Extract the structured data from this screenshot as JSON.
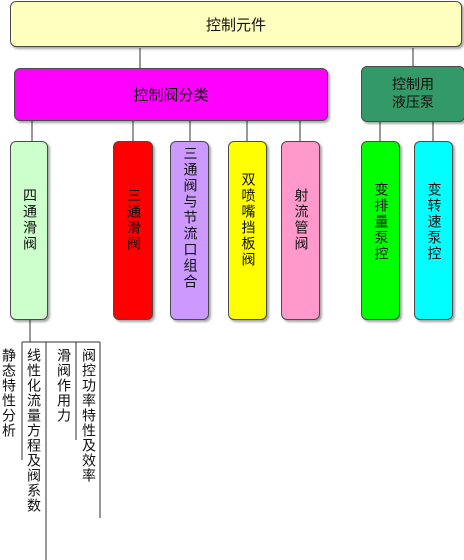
{
  "root": {
    "label": "控制元件",
    "color": "#ffffc0"
  },
  "groups": [
    {
      "label": "控制阀分类",
      "color": "#ff00ff"
    },
    {
      "label": "控制用\n液压泵",
      "color": "#339966"
    }
  ],
  "valves": [
    {
      "label": "四通滑阀",
      "color": "#ccffcc"
    },
    {
      "label": "三通滑阀",
      "color": "#ff0000"
    },
    {
      "label": "三通阀与节流口组合",
      "color": "#cc99ff"
    },
    {
      "label": "双喷嘴挡板阀",
      "color": "#ffff00"
    },
    {
      "label": "射流管阀",
      "color": "#ff99cc"
    }
  ],
  "pumps": [
    {
      "label": "变排量泵控",
      "color": "#00ff00"
    },
    {
      "label": "变转速泵控",
      "color": "#00ffff"
    }
  ],
  "topics": [
    "静态特性分析",
    "线性化流量方程及阀系数",
    "滑阀作用力",
    "阀控功率特性及效率"
  ]
}
